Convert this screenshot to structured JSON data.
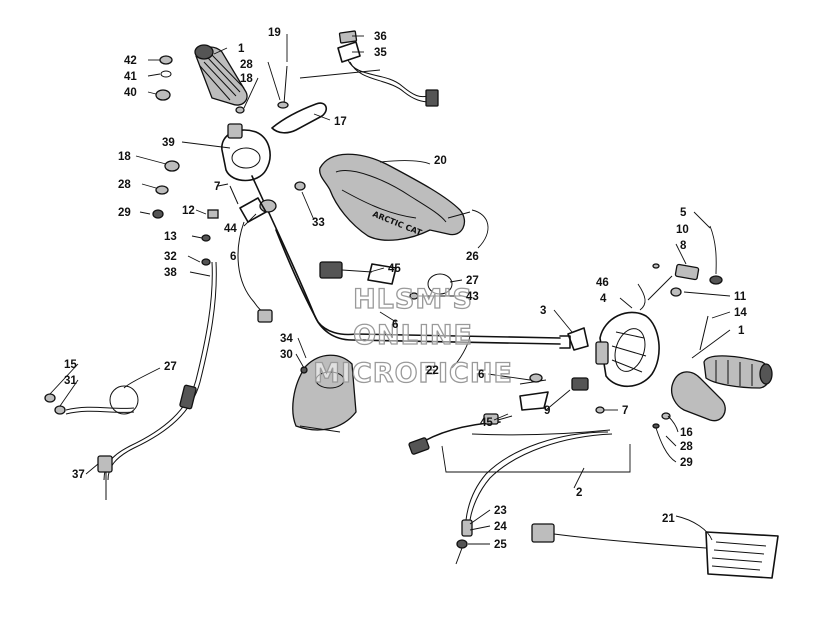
{
  "watermark": {
    "line1": "HLSM'S",
    "line2": "ONLINE",
    "line3": "MICROFICHE"
  },
  "callouts": [
    {
      "id": "c42",
      "label": "42"
    },
    {
      "id": "c41",
      "label": "41"
    },
    {
      "id": "c40",
      "label": "40"
    },
    {
      "id": "c1a",
      "label": "1"
    },
    {
      "id": "c19",
      "label": "19"
    },
    {
      "id": "c28a",
      "label": "28"
    },
    {
      "id": "c18a",
      "label": "18"
    },
    {
      "id": "c36",
      "label": "36"
    },
    {
      "id": "c35",
      "label": "35"
    },
    {
      "id": "c17",
      "label": "17"
    },
    {
      "id": "c39",
      "label": "39"
    },
    {
      "id": "c18b",
      "label": "18"
    },
    {
      "id": "c7a",
      "label": "7"
    },
    {
      "id": "c28b",
      "label": "28"
    },
    {
      "id": "c29a",
      "label": "29"
    },
    {
      "id": "c12",
      "label": "12"
    },
    {
      "id": "c13",
      "label": "13"
    },
    {
      "id": "c44",
      "label": "44"
    },
    {
      "id": "c33",
      "label": "33"
    },
    {
      "id": "c20",
      "label": "20"
    },
    {
      "id": "c26",
      "label": "26"
    },
    {
      "id": "c32",
      "label": "32"
    },
    {
      "id": "c38",
      "label": "38"
    },
    {
      "id": "c6a",
      "label": "6"
    },
    {
      "id": "c45a",
      "label": "45"
    },
    {
      "id": "c27a",
      "label": "27"
    },
    {
      "id": "c43",
      "label": "43"
    },
    {
      "id": "c6b",
      "label": "6"
    },
    {
      "id": "c5",
      "label": "5"
    },
    {
      "id": "c10",
      "label": "10"
    },
    {
      "id": "c8",
      "label": "8"
    },
    {
      "id": "c46",
      "label": "46"
    },
    {
      "id": "c4",
      "label": "4"
    },
    {
      "id": "c3",
      "label": "3"
    },
    {
      "id": "c11",
      "label": "11"
    },
    {
      "id": "c14",
      "label": "14"
    },
    {
      "id": "c1b",
      "label": "1"
    },
    {
      "id": "c34",
      "label": "34"
    },
    {
      "id": "c30",
      "label": "30"
    },
    {
      "id": "c22",
      "label": "22"
    },
    {
      "id": "c6c",
      "label": "6"
    },
    {
      "id": "c9",
      "label": "9"
    },
    {
      "id": "c45b",
      "label": "45"
    },
    {
      "id": "c7b",
      "label": "7"
    },
    {
      "id": "c16",
      "label": "16"
    },
    {
      "id": "c28c",
      "label": "28"
    },
    {
      "id": "c29b",
      "label": "29"
    },
    {
      "id": "c15",
      "label": "15"
    },
    {
      "id": "c31",
      "label": "31"
    },
    {
      "id": "c27b",
      "label": "27"
    },
    {
      "id": "c37",
      "label": "37"
    },
    {
      "id": "c2",
      "label": "2"
    },
    {
      "id": "c23",
      "label": "23"
    },
    {
      "id": "c24",
      "label": "24"
    },
    {
      "id": "c25",
      "label": "25"
    },
    {
      "id": "c21",
      "label": "21"
    }
  ]
}
